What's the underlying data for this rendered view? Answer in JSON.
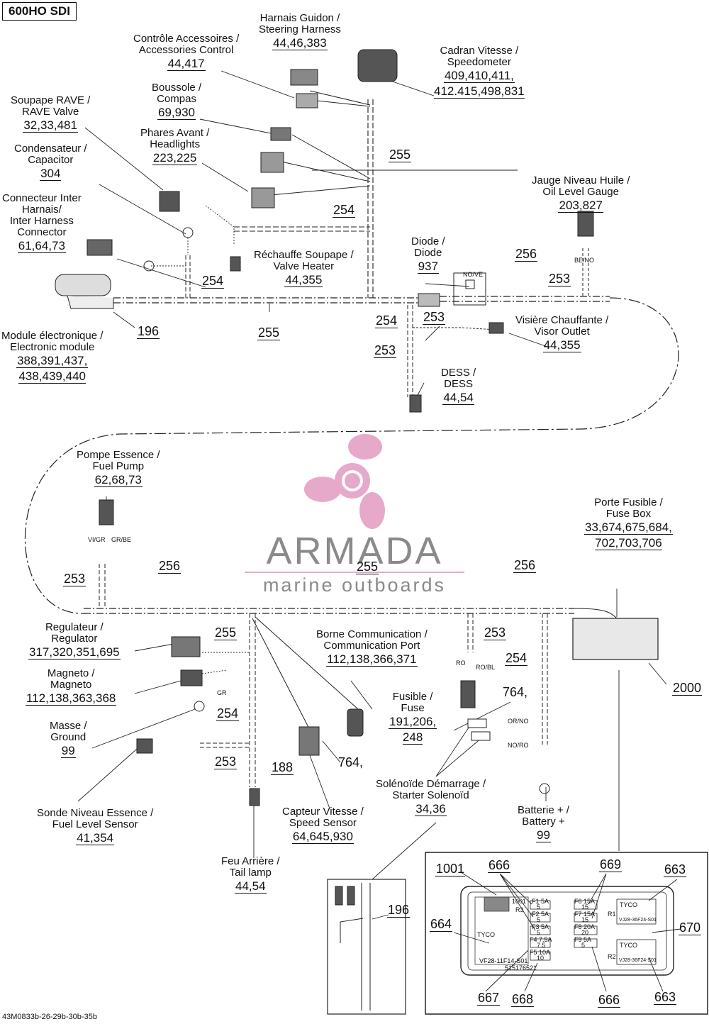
{
  "model": "600HO SDI",
  "reference": "43M0833b-26-29b-30b-35b",
  "brand": {
    "name": "ARMADA",
    "tagline": "marine outboards",
    "accent": "#e7a9c9"
  },
  "components": {
    "steering": {
      "fr": "Harnais Guidon /",
      "en": "Steering Harness",
      "pn": "44,46,383"
    },
    "accessories": {
      "fr": "Contrôle Accessoires /",
      "en": "Accessories Control",
      "pn": "44,417"
    },
    "speedometer": {
      "fr": "Cadran Vitesse /",
      "en": "Speedometer",
      "pn1": "409,410,411,",
      "pn2": "412.415,498,831"
    },
    "compass": {
      "fr": "Boussole /",
      "en": "Compas",
      "pn": "69,930"
    },
    "rave": {
      "fr": "Soupape RAVE /",
      "en": "RAVE Valve",
      "pn": "32,33,481"
    },
    "headlights": {
      "fr": "Phares Avant /",
      "en": "Headlights",
      "pn": "223,225"
    },
    "capacitor": {
      "fr": "Condensateur /",
      "en": "Capacitor",
      "pn": "304"
    },
    "interharness": {
      "l1": "Connecteur Inter",
      "l2": "Harnais/",
      "l3": "Inter Harness",
      "l4": "Connector",
      "pn": "61,64,73"
    },
    "oilgauge": {
      "fr": "Jauge Niveau Huile /",
      "en": "Oil Level Gauge",
      "pn": "203,827"
    },
    "diode": {
      "fr": "Diode /",
      "en": "Diode",
      "pn": "937"
    },
    "valveheater": {
      "fr": "Réchauffe Soupape /",
      "en": "Valve Heater",
      "pn": "44,355"
    },
    "module": {
      "fr": "Module électronique /",
      "en": "Electronic module",
      "pn1": "388,391,437,",
      "pn2": "438,439,440"
    },
    "visor": {
      "fr": "Visière Chauffante /",
      "en": "Visor Outlet",
      "pn": "44,355"
    },
    "dess": {
      "fr": "DESS /",
      "en": "DESS",
      "pn": "44,54"
    },
    "fuelpump": {
      "fr": "Pompe Essence /",
      "en": "Fuel Pump",
      "pn": "62,68,73"
    },
    "fusebox": {
      "fr": "Porte Fusible /",
      "en": "Fuse Box",
      "pn1": "33,674,675,684,",
      "pn2": "702,703,706"
    },
    "regulator": {
      "fr": "Regulateur /",
      "en": "Regulator",
      "pn": "317,320,351,695"
    },
    "magneto": {
      "fr": "Magneto /",
      "en": "Magneto",
      "pn": "112,138,363,368"
    },
    "ground": {
      "fr": "Masse /",
      "en": "Ground",
      "pn": "99"
    },
    "commport": {
      "fr": "Borne Communication /",
      "en": "Communication Port",
      "pn": "112,138,366,371"
    },
    "fuse": {
      "fr": "Fusible /",
      "en": "Fuse",
      "pn1": "191,206,",
      "pn2": "248"
    },
    "solenoid": {
      "fr": "Solénoïde Démarrage /",
      "en": "Starter Solenoïd",
      "pn": "34,36"
    },
    "fuelsensor": {
      "fr": "Sonde Niveau Essence /",
      "en": "Fuel Level Sensor",
      "pn": "41,354"
    },
    "speedsensor": {
      "fr": "Capteur Vitesse /",
      "en": "Speed Sensor",
      "pn": "64,645,930"
    },
    "battery": {
      "fr": "Batterie + /",
      "en": "Battery +",
      "pn": "99"
    },
    "taillamp": {
      "fr": "Feu Arrière /",
      "en": "Tail lamp",
      "pn": "44,54"
    }
  },
  "callouts": {
    "c255a": "255",
    "c254a": "254",
    "c256a": "256",
    "c253a": "253",
    "c254b": "254",
    "c196": "196",
    "c255b": "255",
    "c253b": "253",
    "c254c": "254",
    "c253c": "253",
    "c253d": "253",
    "c256b": "256",
    "c255c": "255",
    "c256c": "256",
    "c2000": "2000",
    "c255d": "255",
    "c253e": "253",
    "c254d": "254",
    "c764a": "764,",
    "c254e": "254",
    "c253f": "253",
    "c188": "188",
    "c764b": "764,",
    "c196b": "196",
    "c1001": "1001",
    "c666a": "666",
    "c669": "669",
    "c663a": "663",
    "c664": "664",
    "c670": "670",
    "c667": "667",
    "c668": "668",
    "c666b": "666",
    "c663b": "663"
  },
  "wire_tags": [
    "VI/GR",
    "GR/BE",
    "NO/VE",
    "BE/NO",
    "RO",
    "RO/BL",
    "OR/NO",
    "NO/RO",
    "GR"
  ],
  "fusebox_detail": {
    "fuses": [
      "F1 5A",
      "F2 5A",
      "F3 5A",
      "F4 7.5A",
      "F5 10A",
      "F6 15A",
      "F7 15A",
      "F8 20A",
      "F9 5A"
    ],
    "values": [
      "5",
      "5",
      "5",
      "7.5",
      "10",
      "15",
      "15",
      "20",
      "5"
    ],
    "relays": [
      "R1",
      "R2",
      "R3"
    ],
    "tag1001": "1001",
    "brand": "TYCO",
    "part_left": "VF28-11F14-S01",
    "part_num": "515176521",
    "relay_part": "VJ28-36F24-S01"
  }
}
